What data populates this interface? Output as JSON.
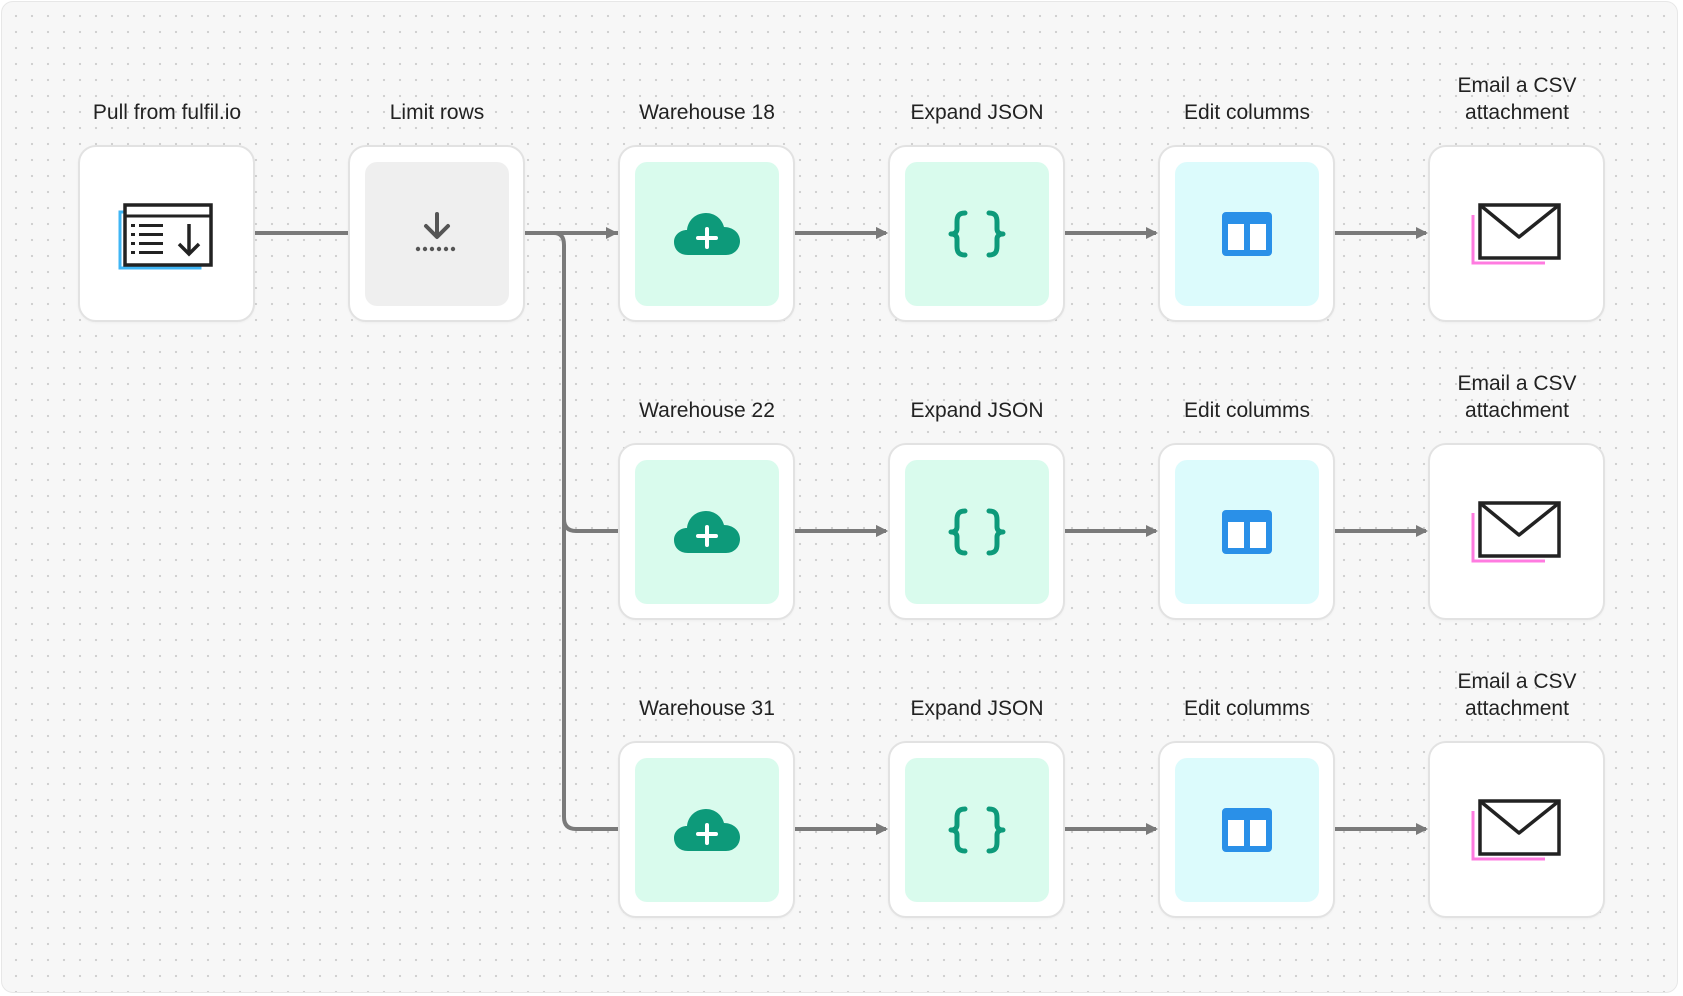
{
  "diagram": {
    "source": {
      "label": "Pull from fulfil.io",
      "icon": "table-download-icon"
    },
    "limit": {
      "label": "Limit rows",
      "icon": "download-arrow-icon",
      "fill": "#efefef"
    },
    "rows": [
      {
        "warehouse": {
          "label": "Warehouse 18",
          "icon": "cloud-plus-icon"
        },
        "expand": {
          "label": "Expand JSON",
          "icon": "curly-braces-icon"
        },
        "edit": {
          "label": "Edit columms",
          "icon": "columns-icon"
        },
        "email": {
          "label": "Email a CSV\nattachment",
          "icon": "envelope-icon"
        }
      },
      {
        "warehouse": {
          "label": "Warehouse 22",
          "icon": "cloud-plus-icon"
        },
        "expand": {
          "label": "Expand JSON",
          "icon": "curly-braces-icon"
        },
        "edit": {
          "label": "Edit columms",
          "icon": "columns-icon"
        },
        "email": {
          "label": "Email a CSV\nattachment",
          "icon": "envelope-icon"
        }
      },
      {
        "warehouse": {
          "label": "Warehouse 31",
          "icon": "cloud-plus-icon"
        },
        "expand": {
          "label": "Expand JSON",
          "icon": "curly-braces-icon"
        },
        "edit": {
          "label": "Edit columms",
          "icon": "columns-icon"
        },
        "email": {
          "label": "Email a CSV\nattachment",
          "icon": "envelope-icon"
        }
      }
    ]
  },
  "colors": {
    "edge": "#7a7a7a",
    "green_fill": "#d9fbed",
    "green_icon": "#0d9a7a",
    "cyan_fill": "#dcfbfc",
    "blue_icon": "#2a90e8",
    "envelope_stroke": "#222222",
    "envelope_accent": "#ff7be0",
    "table_accent": "#3fb6f5"
  }
}
